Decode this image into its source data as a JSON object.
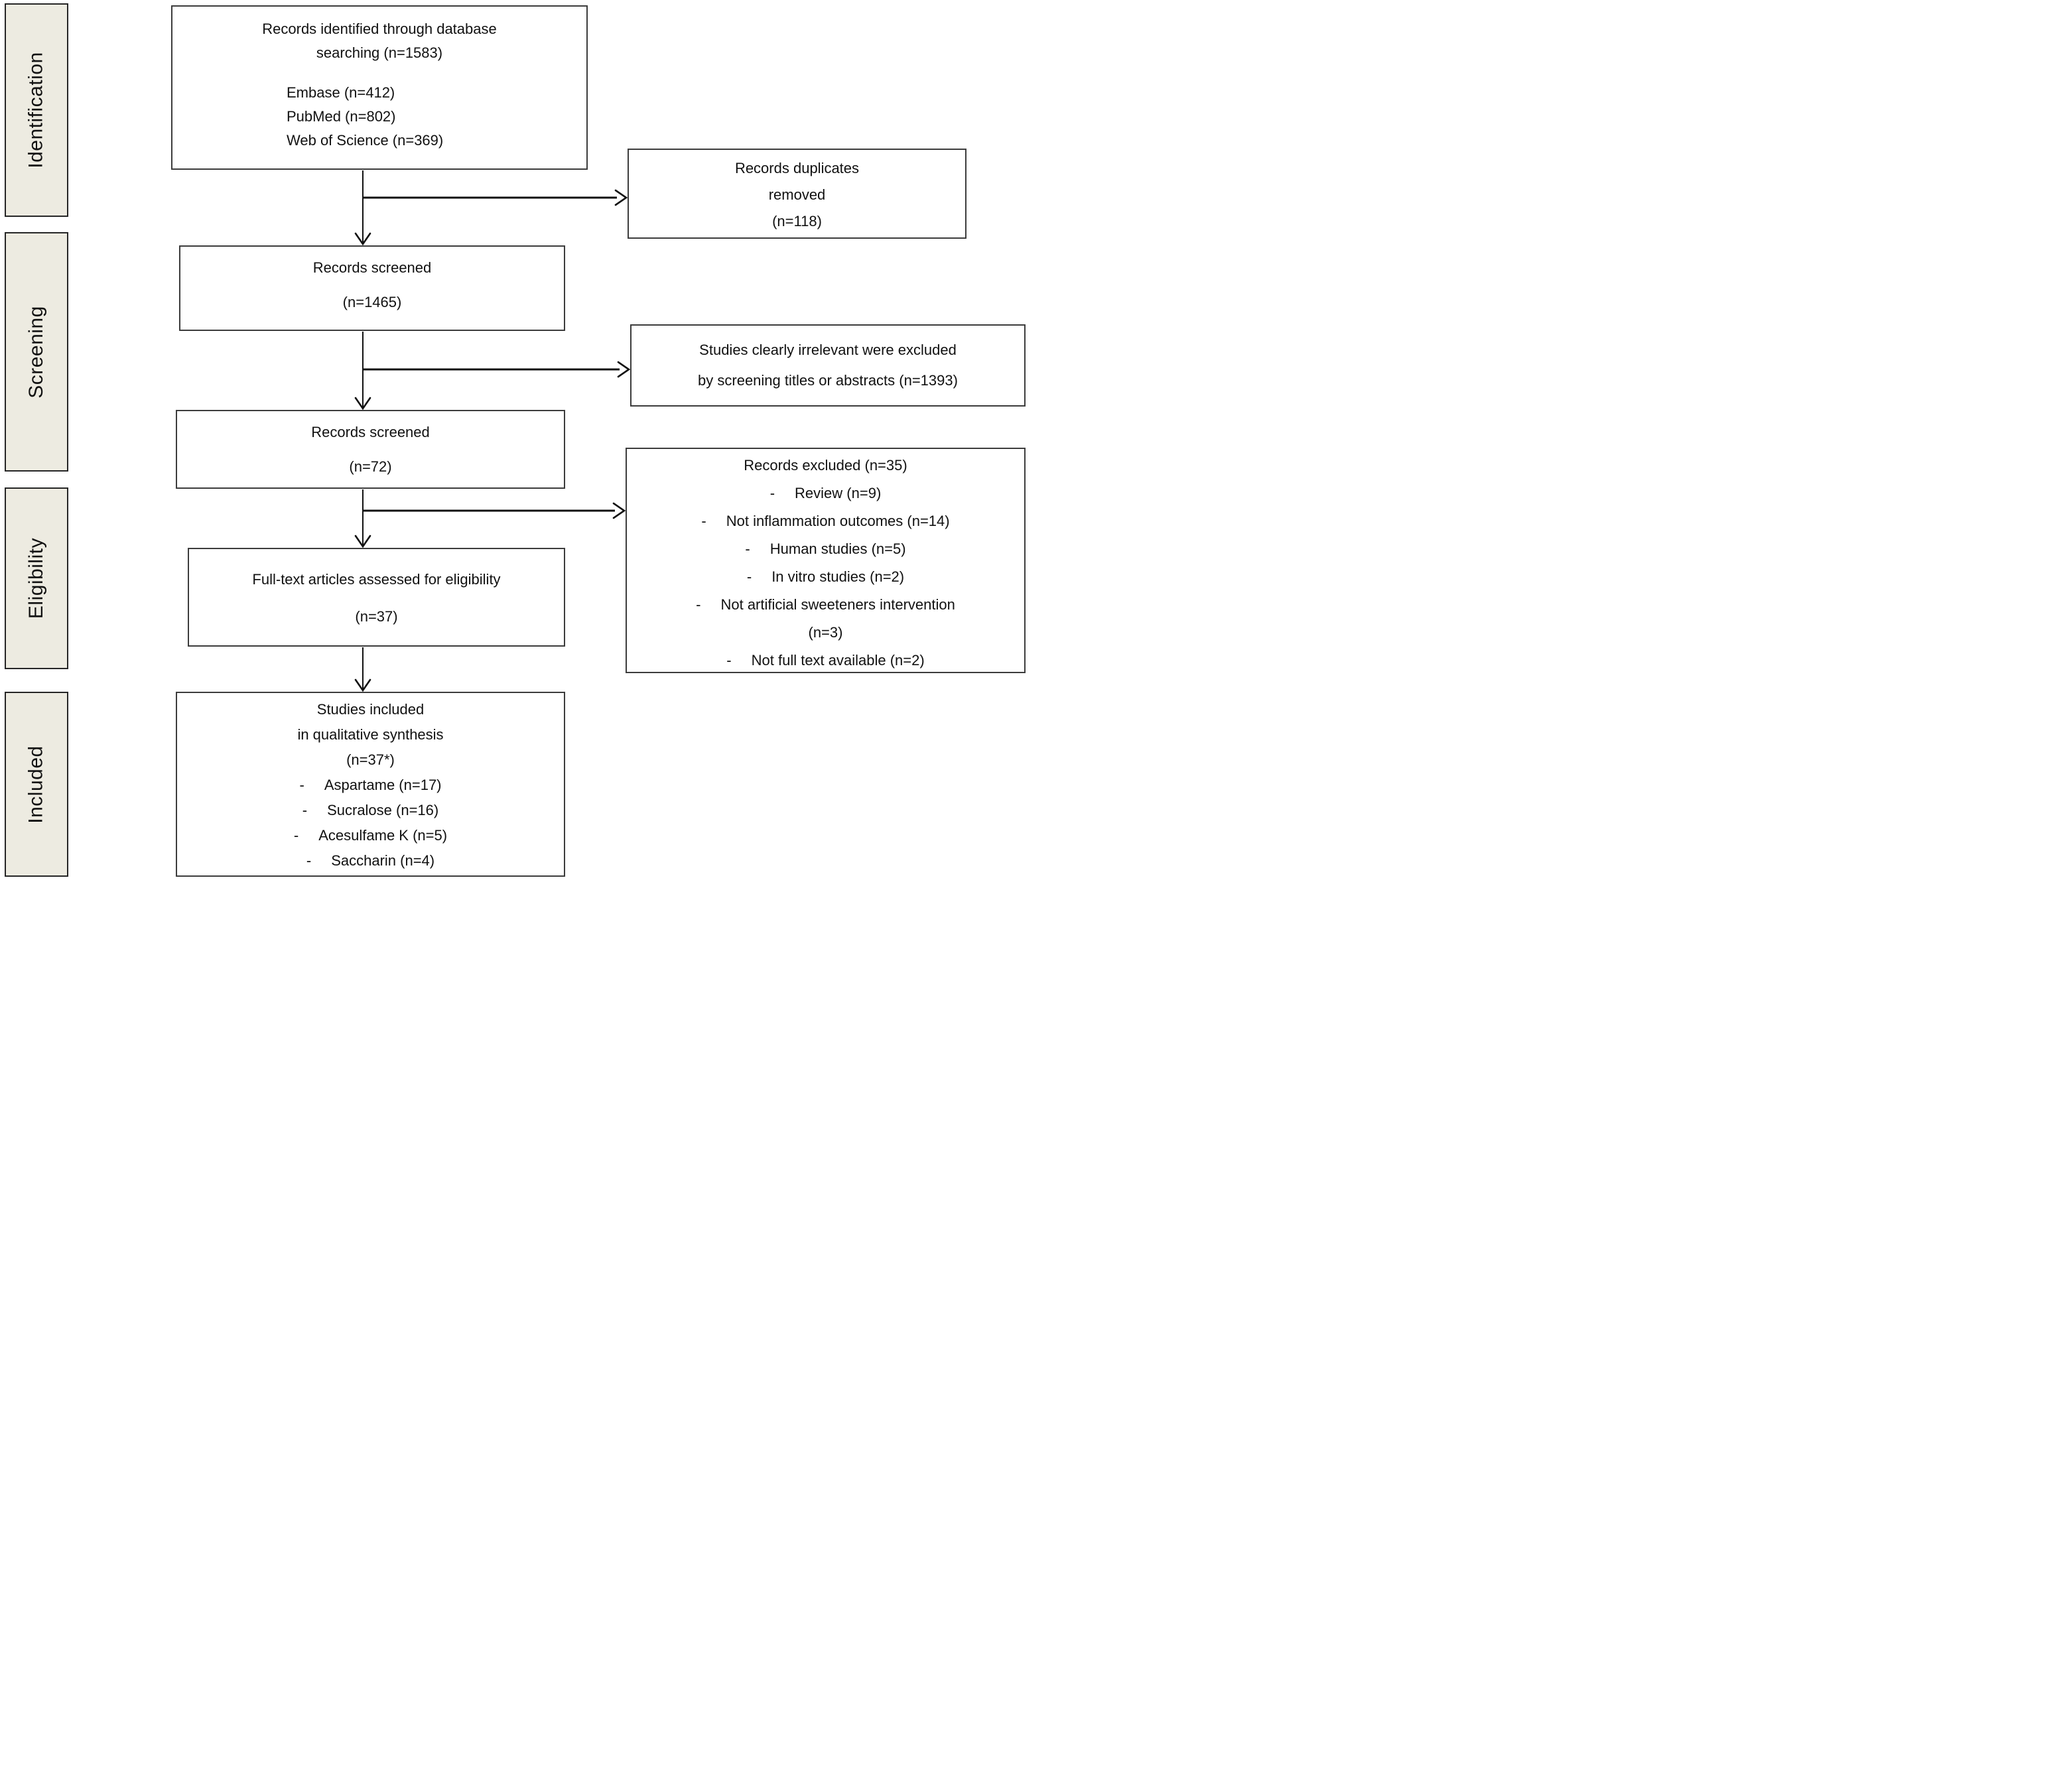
{
  "diagram": {
    "stages": [
      {
        "id": "identification",
        "label": "Identification"
      },
      {
        "id": "screening",
        "label": "Screening"
      },
      {
        "id": "eligibility",
        "label": "Eligibility"
      },
      {
        "id": "included",
        "label": "Included"
      }
    ],
    "boxes": {
      "identified": {
        "title_lines": [
          "Records identified through database",
          "searching (n=1583)"
        ],
        "sources": [
          "Embase (n=412)",
          "PubMed (n=802)",
          "Web of Science (n=369)"
        ]
      },
      "duplicates_removed": {
        "lines": [
          "Records duplicates",
          "removed",
          "(n=118)"
        ]
      },
      "screened_first": {
        "lines": [
          "Records screened",
          "(n=1465)"
        ]
      },
      "irrelevant_excluded": {
        "lines": [
          "Studies clearly irrelevant were excluded",
          "by screening titles or abstracts (n=1393)"
        ]
      },
      "screened_second": {
        "lines": [
          "Records screened",
          "(n=72)"
        ]
      },
      "records_excluded": {
        "title": "Records excluded (n=35)",
        "items": [
          [
            "Review (n=9)"
          ],
          [
            "Not inflammation outcomes (n=14)"
          ],
          [
            "Human studies (n=5)"
          ],
          [
            "In vitro studies (n=2)"
          ],
          [
            "Not artificial sweeteners intervention",
            "(n=3)"
          ],
          [
            "Not full text available (n=2)"
          ]
        ]
      },
      "fulltext_assessed": {
        "lines": [
          "Full-text articles assessed for eligibility",
          "(n=37)"
        ]
      },
      "qualitative_synthesis": {
        "title_lines": [
          "Studies included",
          "in qualitative synthesis",
          "(n=37*)"
        ],
        "items": [
          [
            "Aspartame (n=17)"
          ],
          [
            "Sucralose (n=16)"
          ],
          [
            "Acesulfame K (n=5)"
          ],
          [
            "Saccharin (n=4)"
          ]
        ]
      }
    },
    "colors": {
      "stage_fill": "#edebe1",
      "stage_border": "#262626",
      "box_border": "#3c3c3c",
      "arrow": "#111111",
      "text": "#111111"
    }
  }
}
